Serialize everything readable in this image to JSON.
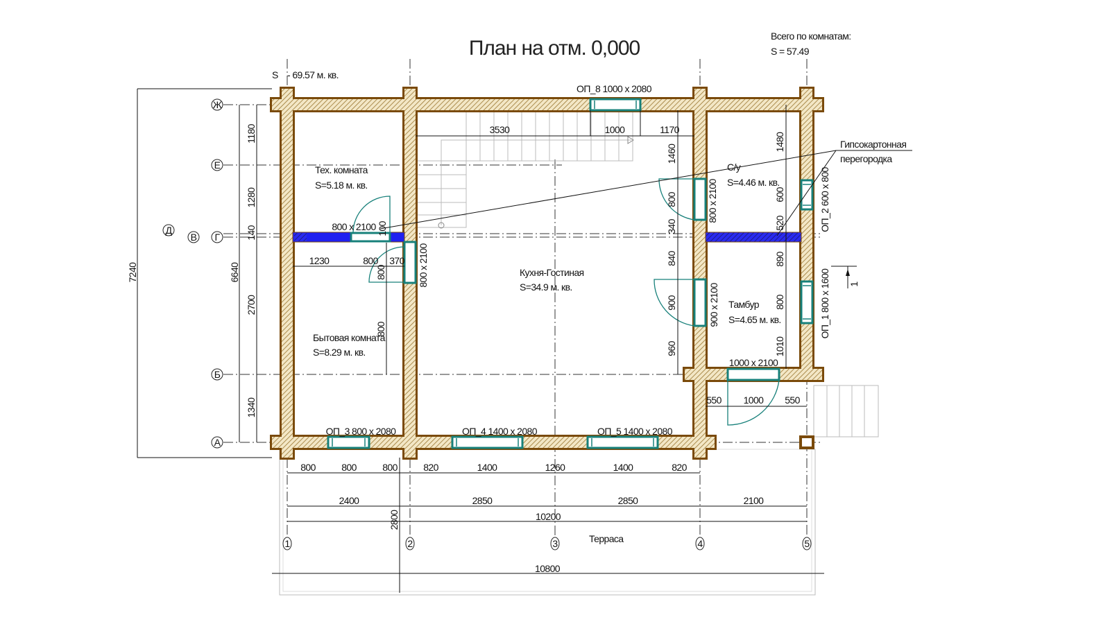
{
  "title": "План на отм. 0,000",
  "total_area": {
    "symbol": "S",
    "value": "- 69.57 м. кв."
  },
  "rooms_total": {
    "label": "Всего по комнатам:",
    "value": "S  =  57.49"
  },
  "rooms": [
    {
      "name": "Тех. комната",
      "area": "S=5.18 м. кв."
    },
    {
      "name": "Бытовая комната",
      "area": "S=8.29 м. кв."
    },
    {
      "name": "Кухня-Гостиная",
      "area": "S=34.9 м. кв."
    },
    {
      "name": "С/у",
      "area": "S=4.46 м. кв."
    },
    {
      "name": "Тамбур",
      "area": "S=4.65 м. кв."
    }
  ],
  "terrace": "Терраса",
  "callout": {
    "line1": "Гипсокартонная",
    "line2": "перегородка"
  },
  "openings": {
    "op8": "ОП_8 1000 x 2080",
    "op3": "ОП_3 800 x 2080",
    "op4": "ОП_4 1400 x 2080",
    "op5": "ОП_5 1400 x 2080",
    "op2": "ОП_2 600 x 800",
    "op1": "ОП_1 800 x 1600",
    "door_tech": "800 x 2100",
    "door_living": "800 x 2100",
    "door_wc": "800 x 2100",
    "door_tambour": "900 x 2100",
    "door_entry": "1000 x 2100"
  },
  "axes": {
    "columns": [
      "1",
      "2",
      "3",
      "4",
      "5"
    ],
    "rows": {
      "A": "А",
      "B": "Б",
      "V": "В",
      "G": "Г",
      "D": "Д",
      "E": "Е",
      "Zh": "Ж"
    }
  },
  "dims": {
    "bottom_chain": [
      "800",
      "800",
      "800",
      "820",
      "1400",
      "1260",
      "1400",
      "820"
    ],
    "axis_chain": [
      "2400",
      "2850",
      "2850",
      "2100"
    ],
    "overall": "10200",
    "terrace_width": "10800",
    "terrace_depth": "2800",
    "left_total": "7240",
    "left_mid": "6640",
    "left_chain": [
      "1180",
      "1280",
      "140",
      "2700",
      "1340"
    ],
    "stair": [
      "3530",
      "1000",
      "1170"
    ],
    "kitchen_right": [
      "1460",
      "800",
      "340",
      "840",
      "900",
      "960"
    ],
    "tambour_right": [
      "1480",
      "600",
      "520",
      "890",
      "800",
      "1010"
    ],
    "tambour_bottom": [
      "550",
      "1000",
      "550"
    ],
    "tech_room": [
      "1230",
      "800",
      "370"
    ],
    "door_small": [
      "100",
      "800",
      "800"
    ]
  },
  "section_mark": "1",
  "colors": {
    "wall": "#7a4a0a",
    "opening": "#17807a",
    "partition": "#2020f0"
  }
}
